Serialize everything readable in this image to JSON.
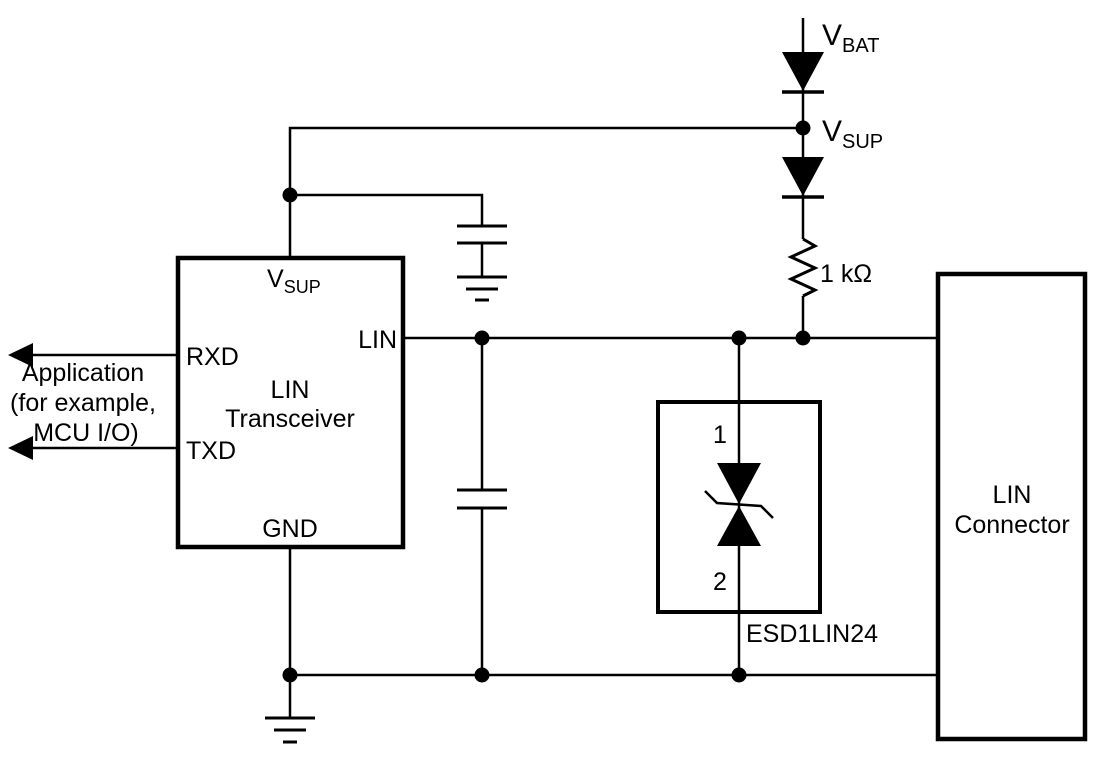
{
  "colors": {
    "line": "#000000",
    "background": "#ffffff"
  },
  "power": {
    "vbat_label": {
      "main": "V",
      "sub": "BAT"
    },
    "vsup_label": {
      "main": "V",
      "sub": "SUP"
    },
    "resistor_value": "1 kΩ"
  },
  "application": {
    "line1": "Application",
    "line2": "(for example,",
    "line3": "MCU I/O)"
  },
  "transceiver": {
    "pin_vsup": {
      "main": "V",
      "sub": "SUP"
    },
    "pin_rxd": "RXD",
    "pin_lin": "LIN",
    "pin_txd": "TXD",
    "pin_gnd": "GND",
    "name_line1": "LIN",
    "name_line2": "Transceiver"
  },
  "esd": {
    "pin1": "1",
    "pin2": "2",
    "part_number": "ESD1LIN24"
  },
  "connector": {
    "line1": "LIN",
    "line2": "Connector"
  }
}
